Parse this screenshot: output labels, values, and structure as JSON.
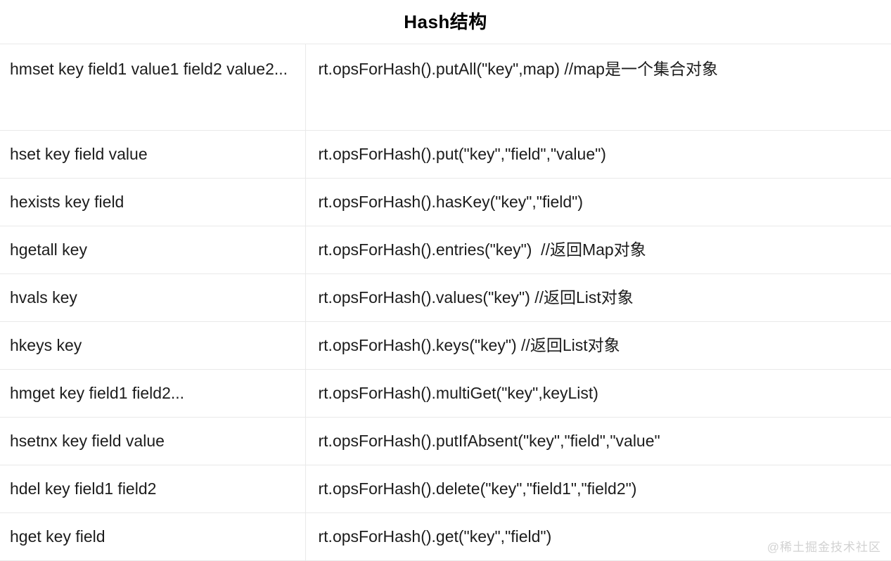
{
  "document": {
    "title": "Hash结构"
  },
  "table": {
    "rows": [
      {
        "command": "hmset key field1 value1 field2 value2...",
        "api": "rt.opsForHash().putAll(\"key\",map) //map是一个集合对象",
        "tall": true
      },
      {
        "command": "hset key field value",
        "api": "rt.opsForHash().put(\"key\",\"field\",\"value\")",
        "tall": false
      },
      {
        "command": "hexists key field",
        "api": "rt.opsForHash().hasKey(\"key\",\"field\")",
        "tall": false
      },
      {
        "command": "hgetall key",
        "api": "rt.opsForHash().entries(\"key\")  //返回Map对象",
        "tall": false
      },
      {
        "command": "hvals key",
        "api": "rt.opsForHash().values(\"key\") //返回List对象",
        "tall": false
      },
      {
        "command": "hkeys key",
        "api": "rt.opsForHash().keys(\"key\") //返回List对象",
        "tall": false
      },
      {
        "command": "hmget key field1 field2...",
        "api": "rt.opsForHash().multiGet(\"key\",keyList)",
        "tall": false
      },
      {
        "command": "hsetnx key field value",
        "api": "rt.opsForHash().putIfAbsent(\"key\",\"field\",\"value\"",
        "tall": false
      },
      {
        "command": "hdel key field1 field2",
        "api": "rt.opsForHash().delete(\"key\",\"field1\",\"field2\")",
        "tall": false
      },
      {
        "command": "hget key field",
        "api": "rt.opsForHash().get(\"key\",\"field\")",
        "tall": false
      }
    ]
  },
  "watermark": {
    "text": "@稀土掘金技术社区"
  },
  "colors": {
    "border": "#e9e9e9",
    "text": "#1c1c1c",
    "title": "#000000",
    "watermark": "#d2d2d2",
    "background": "#ffffff"
  }
}
